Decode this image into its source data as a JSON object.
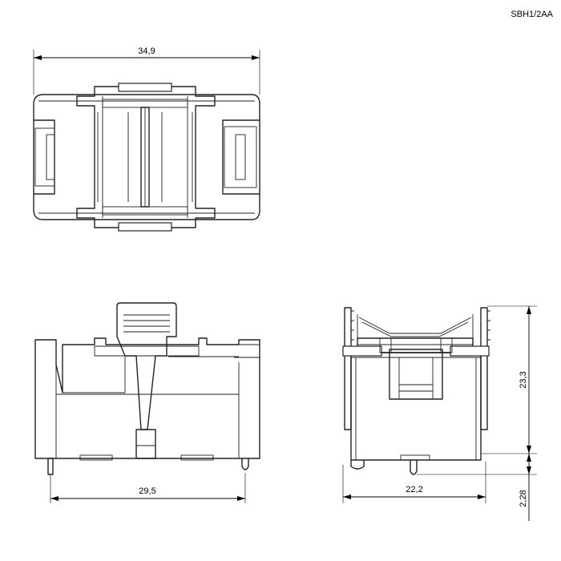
{
  "title": "SBH1/2AA",
  "dimensions": {
    "top_width": "34,9",
    "front_width": "29,5",
    "side_width": "22,2",
    "side_height": "23,3",
    "pin_length": "2,28"
  }
}
